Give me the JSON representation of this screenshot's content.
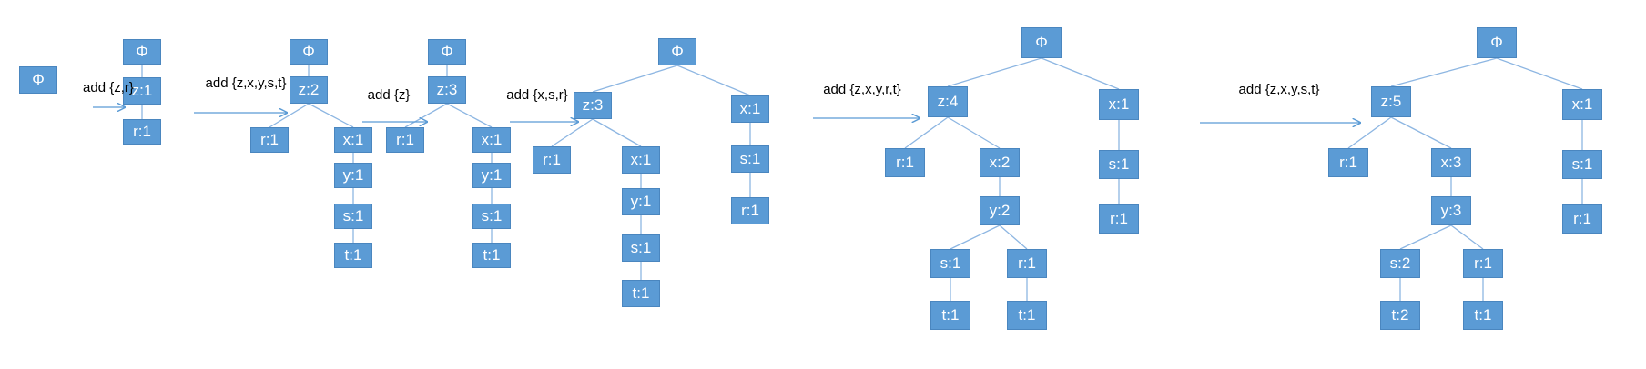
{
  "colors": {
    "node_fill": "#5b9bd5",
    "node_border": "#4a86bf",
    "node_text": "#ffffff",
    "edge": "#8db6e2",
    "arrow": "#5b9bd5",
    "label_text": "#000000"
  },
  "steps": [
    {
      "label": ""
    },
    {
      "label": "add {z,r}"
    },
    {
      "label": "add {z,x,y,s,t}"
    },
    {
      "label": "add {z}"
    },
    {
      "label": "add {x,s,r}"
    },
    {
      "label": "add {z,x,y,r,t}"
    },
    {
      "label": "add {z,x,y,s,t}"
    }
  ],
  "trees": [
    {
      "nodes": [
        {
          "id": "root",
          "text": "Φ"
        }
      ],
      "edges": []
    },
    {
      "nodes": [
        {
          "id": "root",
          "text": "Φ"
        },
        {
          "id": "z",
          "text": "z:1"
        },
        {
          "id": "r",
          "text": "r:1"
        }
      ],
      "edges": [
        [
          "root",
          "z"
        ],
        [
          "z",
          "r"
        ]
      ]
    },
    {
      "nodes": [
        {
          "id": "root",
          "text": "Φ"
        },
        {
          "id": "z",
          "text": "z:2"
        },
        {
          "id": "zr",
          "text": "r:1"
        },
        {
          "id": "zx",
          "text": "x:1"
        },
        {
          "id": "zxy",
          "text": "y:1"
        },
        {
          "id": "zxys",
          "text": "s:1"
        },
        {
          "id": "zxyst",
          "text": "t:1"
        }
      ],
      "edges": [
        [
          "root",
          "z"
        ],
        [
          "z",
          "zr"
        ],
        [
          "z",
          "zx"
        ],
        [
          "zx",
          "zxy"
        ],
        [
          "zxy",
          "zxys"
        ],
        [
          "zxys",
          "zxyst"
        ]
      ]
    },
    {
      "nodes": [
        {
          "id": "root",
          "text": "Φ"
        },
        {
          "id": "z",
          "text": "z:3"
        },
        {
          "id": "zr",
          "text": "r:1"
        },
        {
          "id": "zx",
          "text": "x:1"
        },
        {
          "id": "zxy",
          "text": "y:1"
        },
        {
          "id": "zxys",
          "text": "s:1"
        },
        {
          "id": "zxyst",
          "text": "t:1"
        }
      ],
      "edges": [
        [
          "root",
          "z"
        ],
        [
          "z",
          "zr"
        ],
        [
          "z",
          "zx"
        ],
        [
          "zx",
          "zxy"
        ],
        [
          "zxy",
          "zxys"
        ],
        [
          "zxys",
          "zxyst"
        ]
      ]
    },
    {
      "nodes": [
        {
          "id": "root",
          "text": "Φ"
        },
        {
          "id": "z",
          "text": "z:3"
        },
        {
          "id": "zr",
          "text": "r:1"
        },
        {
          "id": "zx",
          "text": "x:1"
        },
        {
          "id": "zxy",
          "text": "y:1"
        },
        {
          "id": "zxys",
          "text": "s:1"
        },
        {
          "id": "zxyst",
          "text": "t:1"
        },
        {
          "id": "x",
          "text": "x:1"
        },
        {
          "id": "xs",
          "text": "s:1"
        },
        {
          "id": "xsr",
          "text": "r:1"
        }
      ],
      "edges": [
        [
          "root",
          "z"
        ],
        [
          "root",
          "x"
        ],
        [
          "z",
          "zr"
        ],
        [
          "z",
          "zx"
        ],
        [
          "zx",
          "zxy"
        ],
        [
          "zxy",
          "zxys"
        ],
        [
          "zxys",
          "zxyst"
        ],
        [
          "x",
          "xs"
        ],
        [
          "xs",
          "xsr"
        ]
      ]
    },
    {
      "nodes": [
        {
          "id": "root",
          "text": "Φ"
        },
        {
          "id": "z",
          "text": "z:4"
        },
        {
          "id": "zr",
          "text": "r:1"
        },
        {
          "id": "zx",
          "text": "x:2"
        },
        {
          "id": "zxy",
          "text": "y:2"
        },
        {
          "id": "zxys",
          "text": "s:1"
        },
        {
          "id": "zxyr",
          "text": "r:1"
        },
        {
          "id": "zxyst",
          "text": "t:1"
        },
        {
          "id": "zxyrt",
          "text": "t:1"
        },
        {
          "id": "x",
          "text": "x:1"
        },
        {
          "id": "xs",
          "text": "s:1"
        },
        {
          "id": "xsr",
          "text": "r:1"
        }
      ],
      "edges": [
        [
          "root",
          "z"
        ],
        [
          "root",
          "x"
        ],
        [
          "z",
          "zr"
        ],
        [
          "z",
          "zx"
        ],
        [
          "zx",
          "zxy"
        ],
        [
          "zxy",
          "zxys"
        ],
        [
          "zxy",
          "zxyr"
        ],
        [
          "zxys",
          "zxyst"
        ],
        [
          "zxyr",
          "zxyrt"
        ],
        [
          "x",
          "xs"
        ],
        [
          "xs",
          "xsr"
        ]
      ]
    },
    {
      "nodes": [
        {
          "id": "root",
          "text": "Φ"
        },
        {
          "id": "z",
          "text": "z:5"
        },
        {
          "id": "zr",
          "text": "r:1"
        },
        {
          "id": "zx",
          "text": "x:3"
        },
        {
          "id": "zxy",
          "text": "y:3"
        },
        {
          "id": "zxys",
          "text": "s:2"
        },
        {
          "id": "zxyr",
          "text": "r:1"
        },
        {
          "id": "zxyst",
          "text": "t:2"
        },
        {
          "id": "zxyrt",
          "text": "t:1"
        },
        {
          "id": "x",
          "text": "x:1"
        },
        {
          "id": "xs",
          "text": "s:1"
        },
        {
          "id": "xsr",
          "text": "r:1"
        }
      ],
      "edges": [
        [
          "root",
          "z"
        ],
        [
          "root",
          "x"
        ],
        [
          "z",
          "zr"
        ],
        [
          "z",
          "zx"
        ],
        [
          "zx",
          "zxy"
        ],
        [
          "zxy",
          "zxys"
        ],
        [
          "zxy",
          "zxyr"
        ],
        [
          "zxys",
          "zxyst"
        ],
        [
          "zxyr",
          "zxyrt"
        ],
        [
          "x",
          "xs"
        ],
        [
          "xs",
          "xsr"
        ]
      ]
    }
  ]
}
